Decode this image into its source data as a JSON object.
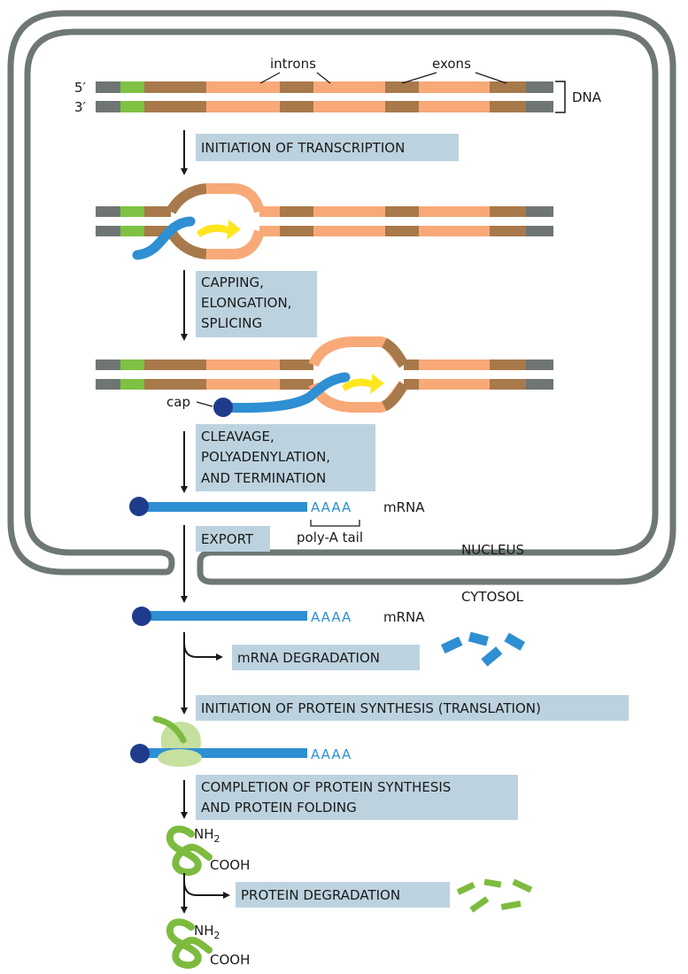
{
  "labels": {
    "five_prime": "5′",
    "three_prime": "3′",
    "introns": "introns",
    "exons": "exons",
    "dna": "DNA",
    "cap": "cap",
    "mrna_1": "mRNA",
    "mrna_2": "mRNA",
    "poly_a_tail": "poly-A tail",
    "nucleus": "NUCLEUS",
    "cytosol": "CYTOSOL",
    "polya_1": "AAAA",
    "polya_2": "AAAA",
    "polya_3": "AAAA",
    "nh2_1": "NH",
    "nh2_1_sub": "2",
    "cooh_1": "COOH",
    "nh2_2": "NH",
    "nh2_2_sub": "2",
    "cooh_2": "COOH"
  },
  "steps": {
    "initiation_transcription": [
      "INITIATION OF TRANSCRIPTION"
    ],
    "capping": [
      "CAPPING,",
      "ELONGATION,",
      "SPLICING"
    ],
    "cleavage": [
      "CLEAVAGE,",
      "POLYADENYLATION,",
      "AND TERMINATION"
    ],
    "export": [
      "EXPORT"
    ],
    "mrna_degradation": [
      "mRNA DEGRADATION"
    ],
    "initiation_translation": [
      "INITIATION OF PROTEIN SYNTHESIS (TRANSLATION)"
    ],
    "completion": [
      "COMPLETION OF PROTEIN SYNTHESIS",
      "AND PROTEIN FOLDING"
    ],
    "protein_degradation": [
      "PROTEIN DEGRADATION"
    ]
  },
  "colors": {
    "membrane": "#6e7775",
    "dna_gray": "#6f7574",
    "promoter_green": "#7dc243",
    "exon_brown": "#a8794a",
    "intron_peach": "#f8a978",
    "rna_blue": "#2e8fd3",
    "cap_navy": "#1f3c8c",
    "polymerase_yellow": "#ffe61e",
    "box_fill": "#bcd3df",
    "ribosome_green": "#c6e0a0",
    "protein_green": "#7dbb3f"
  }
}
